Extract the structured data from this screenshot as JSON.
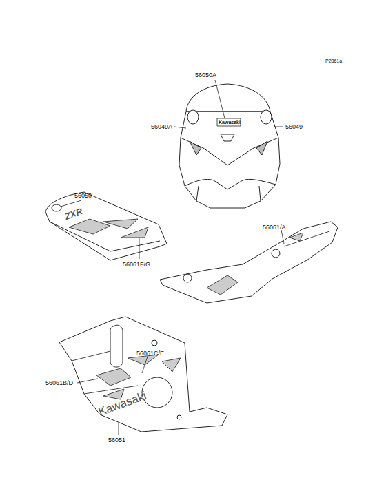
{
  "diagram": {
    "labels": [
      "P2861a",
      "56050A",
      "56049A",
      "56049",
      "Kawasaki",
      "56050",
      "ZXR",
      "56061F/G",
      "56061/A",
      "56061C/E",
      "56061B/D",
      "Kawasaki",
      "56051"
    ]
  }
}
